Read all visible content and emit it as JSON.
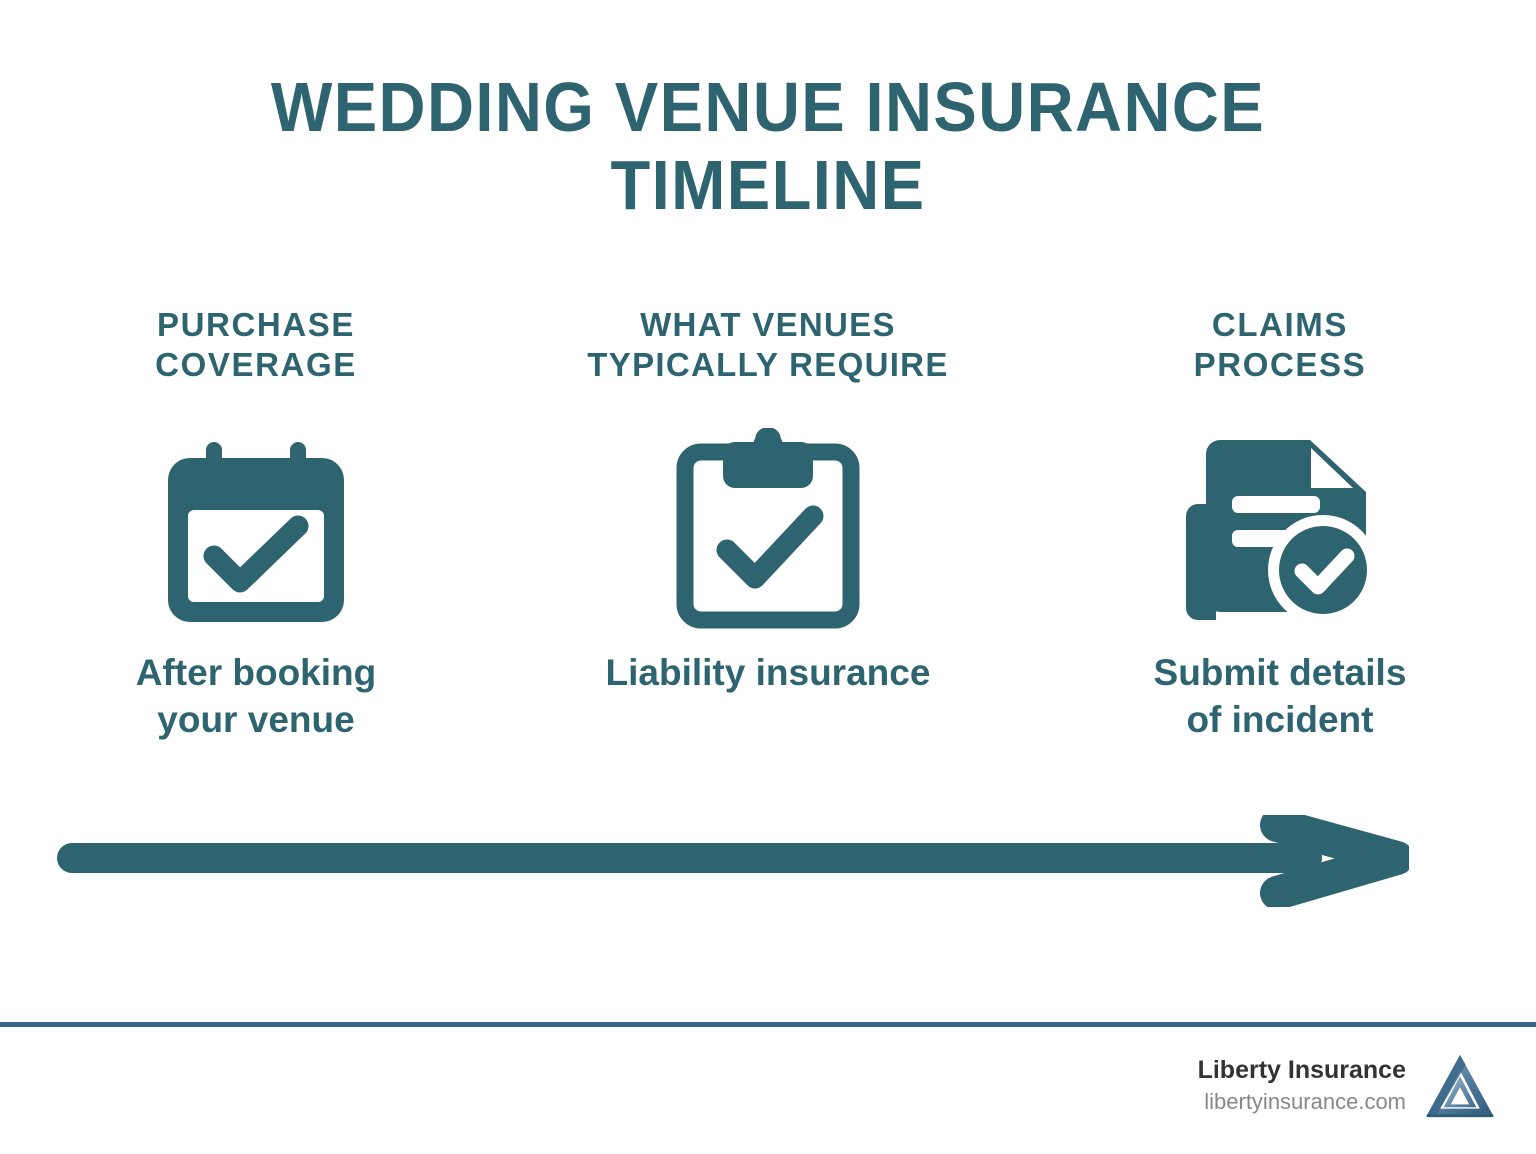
{
  "title": "WEDDING VENUE INSURANCE\nTIMELINE",
  "columns": [
    {
      "heading": "PURCHASE\nCOVERAGE",
      "icon": "calendar-check-icon",
      "caption": "After booking\nyour venue"
    },
    {
      "heading": "WHAT VENUES\nTYPICALLY REQUIRE",
      "icon": "clipboard-check-icon",
      "caption": "Liability insurance"
    },
    {
      "heading": "CLAIMS\nPROCESS",
      "icon": "document-check-icon",
      "caption": "Submit details\nof incident"
    }
  ],
  "timeline_arrow": {
    "icon": "right-arrow-icon",
    "direction": "right"
  },
  "footer": {
    "brand_name": "Liberty Insurance",
    "brand_url": "libertyinsurance.com",
    "logo_icon": "liberty-triangle-logo"
  },
  "colors": {
    "teal": "#2e6470",
    "steel_blue": "#36688a",
    "background": "#ffffff",
    "brand_name_gray": "#333333",
    "brand_url_gray": "#888888",
    "logo_blue_light": "#7f9fb8",
    "logo_blue_mid": "#4a7596",
    "logo_blue_dark": "#2f5a78"
  }
}
